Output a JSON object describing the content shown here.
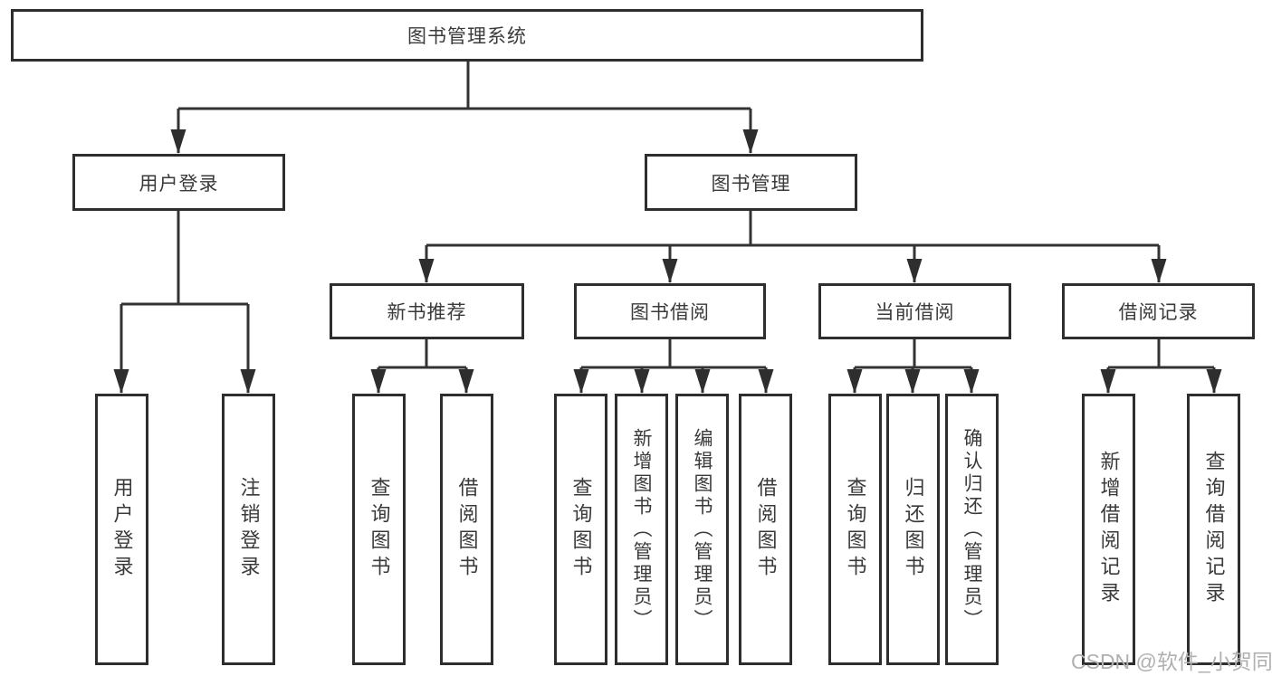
{
  "tree": {
    "label": "图书管理系统",
    "children": [
      {
        "label": "用户登录",
        "children": [
          {
            "label": "用户登录"
          },
          {
            "label": "注销登录"
          }
        ]
      },
      {
        "label": "图书管理",
        "children": [
          {
            "label": "新书推荐",
            "children": [
              {
                "label": "查询图书"
              },
              {
                "label": "借阅图书"
              }
            ]
          },
          {
            "label": "图书借阅",
            "children": [
              {
                "label": "查询图书"
              },
              {
                "label": "新增图书（管理员）"
              },
              {
                "label": "编辑图书（管理员）"
              },
              {
                "label": "借阅图书"
              }
            ]
          },
          {
            "label": "当前借阅",
            "children": [
              {
                "label": "查询图书"
              },
              {
                "label": "归还图书"
              },
              {
                "label": "确认归还（管理员）"
              }
            ]
          },
          {
            "label": "借阅记录",
            "children": [
              {
                "label": "新增借阅记录"
              },
              {
                "label": "查询借阅记录"
              }
            ]
          }
        ]
      }
    ]
  },
  "watermark": {
    "text": "CSDN @软件_小贺同学"
  },
  "colors": {
    "line": "#333333",
    "box_border": "#2e2e2e",
    "text": "#3a3a3a",
    "watermark": "#b0b0b0",
    "background": "#ffffff"
  }
}
